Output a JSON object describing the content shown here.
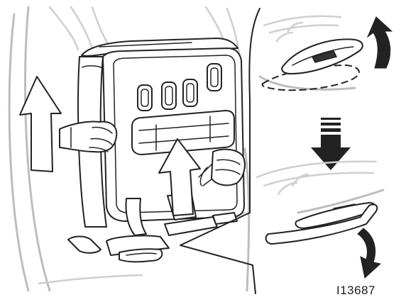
{
  "figure": {
    "id_label": "I13687"
  },
  "arrows": [
    {
      "name": "lift-arrow-outline-left",
      "direction": "up",
      "style": "outline"
    },
    {
      "name": "lift-arrow-outline-center",
      "direction": "up",
      "style": "outline"
    },
    {
      "name": "pull-arrow-curved",
      "direction": "up",
      "style": "solid"
    },
    {
      "name": "sequence-arrow-down",
      "direction": "down",
      "style": "solid"
    },
    {
      "name": "strap-arrow-curved",
      "direction": "down",
      "style": "solid"
    }
  ],
  "colors": {
    "ink": "#222222",
    "ghost": "#bdbdbd",
    "background": "#ffffff"
  }
}
